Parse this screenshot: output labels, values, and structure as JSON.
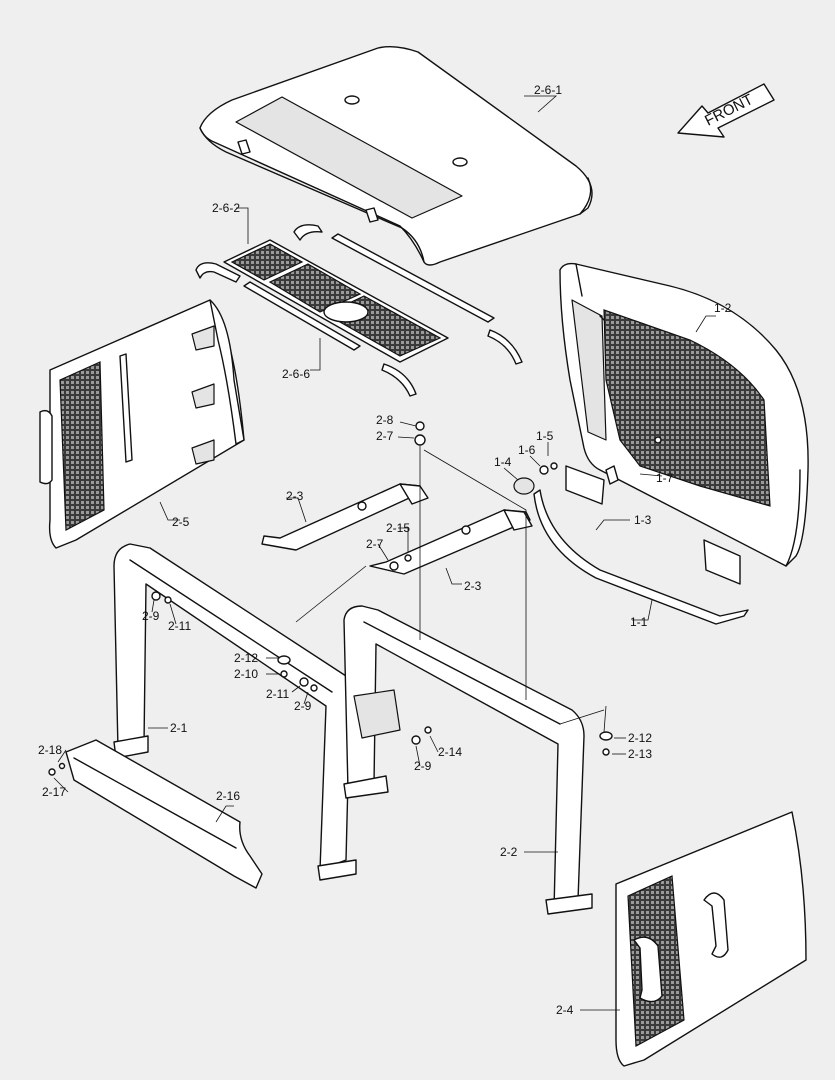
{
  "front_label": "FRONT",
  "labels": {
    "p2_6_1": "2-6-1",
    "p2_6_2": "2-6-2",
    "p2_6_6": "2-6-6",
    "p1_2": "1-2",
    "p2_5": "2-5",
    "p2_8": "2-8",
    "p2_7a": "2-7",
    "p1_5": "1-5",
    "p1_6": "1-6",
    "p1_4": "1-4",
    "p1_7": "1-7",
    "p1_3": "1-3",
    "p2_3a": "2-3",
    "p2_15": "2-15",
    "p2_7b": "2-7",
    "p2_3b": "2-3",
    "p1_1": "1-1",
    "p2_9a": "2-9",
    "p2_11a": "2-11",
    "p2_12a": "2-12",
    "p2_10": "2-10",
    "p2_11b": "2-11",
    "p2_9b": "2-9",
    "p2_1": "2-1",
    "p2_18": "2-18",
    "p2_17": "2-17",
    "p2_14": "2-14",
    "p2_9c": "2-9",
    "p2_12b": "2-12",
    "p2_13": "2-13",
    "p2_16": "2-16",
    "p2_2": "2-2",
    "p2_4": "2-4"
  }
}
